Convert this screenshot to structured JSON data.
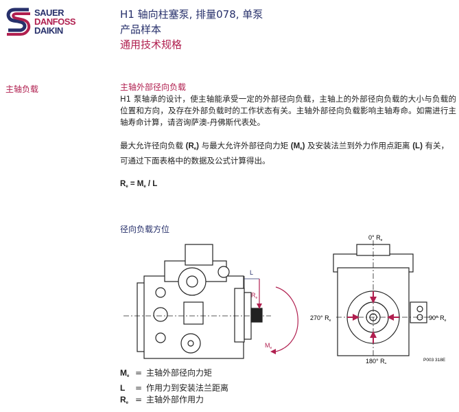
{
  "logo": {
    "lines": [
      "SAUER",
      "DANFOSS",
      "DAIKIN"
    ]
  },
  "header": {
    "title": "H1 轴向柱塞泵, 排量078, 单泵",
    "subtitle": "产品样本",
    "section": "通用技术规格"
  },
  "sidebar": {
    "label": "主轴负载"
  },
  "main": {
    "heading": "主轴外部径向负载",
    "para1": "H1 泵轴承的设计，使主轴能承受一定的外部径向负载，主轴上的外部径向负载的大小与负载的位置和方向，及存在外部负载时的工作状态有关。主轴外部径向负载影响主轴寿命。如需进行主轴寿命计算，请咨询萨澳-丹佛斯代表处。",
    "para2_a": "最大允许径向负载 ",
    "para2_re": "(R",
    "para2_b": " 与最大允许外部径向力矩 ",
    "para2_me": "(M",
    "para2_c": " 及安装法兰到外力作用点距离 ",
    "para2_l": "(L)",
    "para2_d": " 有关，可通过下面表格中的数据及公式计算得出。",
    "formula": {
      "lhs": "R",
      "eq": " = M",
      "rhs": " / L",
      "sub": "e"
    },
    "diagram_heading": "径向负载方位",
    "diagram": {
      "L": "L",
      "Re": "R",
      "Me": "M",
      "sub": "e",
      "angle_0": "0° R",
      "angle_90": "90° R",
      "angle_180": "180° R",
      "angle_270": "270° R",
      "figure_id": "P003 318E",
      "accent_color": "#b01f4f"
    },
    "legend": [
      {
        "symbol": "M",
        "sub": "e",
        "eq": "=",
        "text": "主轴外部径向力矩"
      },
      {
        "symbol": "L",
        "sub": "",
        "eq": "=",
        "text": "作用力到安装法兰距离"
      },
      {
        "symbol": "R",
        "sub": "e",
        "eq": "=",
        "text": "主轴外部作用力"
      }
    ]
  }
}
